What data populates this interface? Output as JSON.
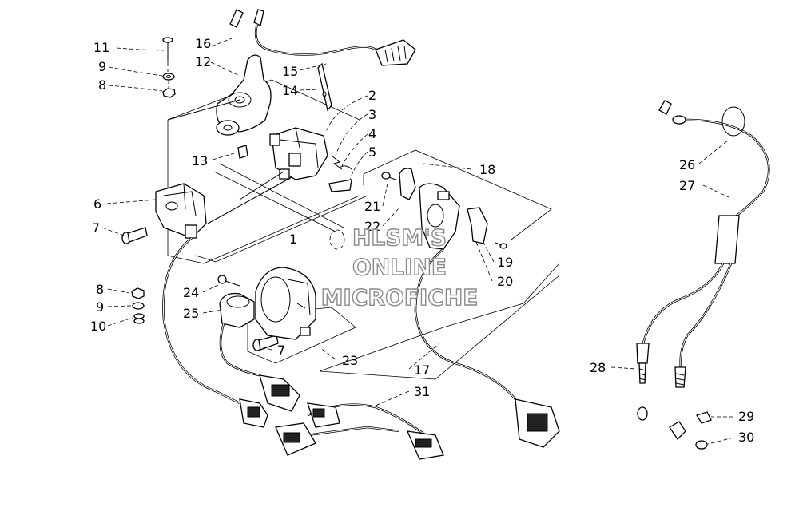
{
  "watermark": {
    "line1": "HLSM'S",
    "line2": "ONLINE",
    "line3": "MICROFICHE"
  },
  "callouts": [
    {
      "id": "11",
      "text": "11"
    },
    {
      "id": "9a",
      "text": "9"
    },
    {
      "id": "8a",
      "text": "8"
    },
    {
      "id": "16",
      "text": "16"
    },
    {
      "id": "12",
      "text": "12"
    },
    {
      "id": "15",
      "text": "15"
    },
    {
      "id": "14",
      "text": "14"
    },
    {
      "id": "2",
      "text": "2"
    },
    {
      "id": "3",
      "text": "3"
    },
    {
      "id": "4",
      "text": "4"
    },
    {
      "id": "5",
      "text": "5"
    },
    {
      "id": "13",
      "text": "13"
    },
    {
      "id": "6",
      "text": "6"
    },
    {
      "id": "7a",
      "text": "7"
    },
    {
      "id": "1",
      "text": "1"
    },
    {
      "id": "18",
      "text": "18"
    },
    {
      "id": "21",
      "text": "21"
    },
    {
      "id": "22",
      "text": "22"
    },
    {
      "id": "19",
      "text": "19"
    },
    {
      "id": "20",
      "text": "20"
    },
    {
      "id": "8b",
      "text": "8"
    },
    {
      "id": "9b",
      "text": "9"
    },
    {
      "id": "10",
      "text": "10"
    },
    {
      "id": "24",
      "text": "24"
    },
    {
      "id": "25",
      "text": "25"
    },
    {
      "id": "7b",
      "text": "7"
    },
    {
      "id": "23",
      "text": "23"
    },
    {
      "id": "17",
      "text": "17"
    },
    {
      "id": "31",
      "text": "31"
    },
    {
      "id": "26",
      "text": "26"
    },
    {
      "id": "27",
      "text": "27"
    },
    {
      "id": "28",
      "text": "28"
    },
    {
      "id": "29",
      "text": "29"
    },
    {
      "id": "30",
      "text": "30"
    }
  ]
}
